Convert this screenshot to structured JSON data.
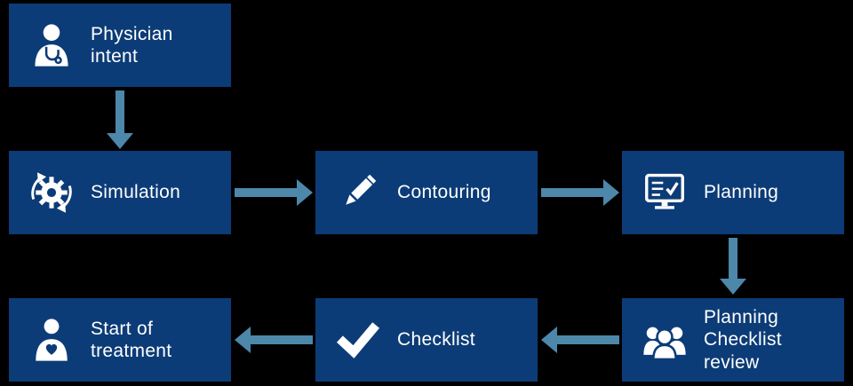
{
  "canvas": {
    "bg": "#000000",
    "box_color": "#0c3c77",
    "arrow_color": "#4d87aa",
    "text_color": "#ffffff"
  },
  "nodes": [
    {
      "id": "physician-intent",
      "label": "Physician\nintent",
      "icon": "physician-icon"
    },
    {
      "id": "simulation",
      "label": "Simulation",
      "icon": "gear-sync-icon"
    },
    {
      "id": "contouring",
      "label": "Contouring",
      "icon": "pencil-icon"
    },
    {
      "id": "planning",
      "label": "Planning",
      "icon": "monitor-checklist-icon"
    },
    {
      "id": "planning-checklist-review",
      "label": "Planning\nChecklist\nreview",
      "icon": "people-group-icon"
    },
    {
      "id": "checklist",
      "label": "Checklist",
      "icon": "checkmark-icon"
    },
    {
      "id": "start-of-treatment",
      "label": "Start of\ntreatment",
      "icon": "patient-heart-icon"
    }
  ],
  "flow": [
    {
      "from": "physician-intent",
      "to": "simulation",
      "direction": "down"
    },
    {
      "from": "simulation",
      "to": "contouring",
      "direction": "right"
    },
    {
      "from": "contouring",
      "to": "planning",
      "direction": "right"
    },
    {
      "from": "planning",
      "to": "planning-checklist-review",
      "direction": "down"
    },
    {
      "from": "planning-checklist-review",
      "to": "checklist",
      "direction": "left"
    },
    {
      "from": "checklist",
      "to": "start-of-treatment",
      "direction": "left"
    }
  ]
}
